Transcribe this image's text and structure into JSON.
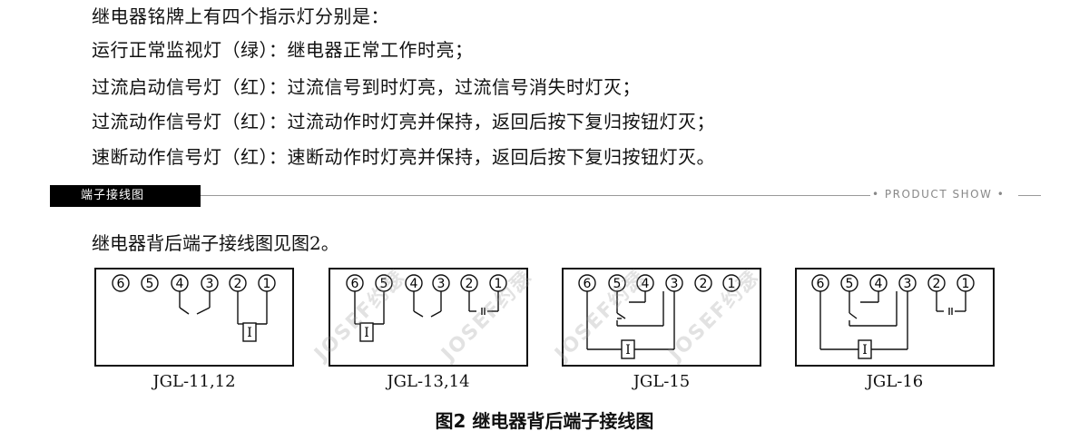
{
  "lines": [
    "继电器铭牌上有四个指示灯分别是：",
    "运行正常监视灯（绿）：继电器正常工作时亮；",
    "过流启动信号灯（红）：过流信号到时灯亮，过流信号消失时灯灭；",
    "过流动作信号灯（红）：过流动作时灯亮并保持，返回后按下复归按钮灯灭；",
    "速断动作信号灯（红）：速断动作时灯亮并保持，返回后按下复归按钮灯灭。"
  ],
  "section": {
    "tag": "端子接线图",
    "show_label": "• PRODUCT SHOW •"
  },
  "intro": "继电器背后端子接线图见图2。",
  "terminals": [
    "6",
    "5",
    "4",
    "3",
    "2",
    "1"
  ],
  "coil_label": "I",
  "diagrams": [
    {
      "caption": "JGL-11,12"
    },
    {
      "caption": "JGL-13,14"
    },
    {
      "caption": "JGL-15"
    },
    {
      "caption": "JGL-16"
    }
  ],
  "figure_title": "图2 继电器背后端子接线图",
  "watermark": "JOSEF约瑟"
}
